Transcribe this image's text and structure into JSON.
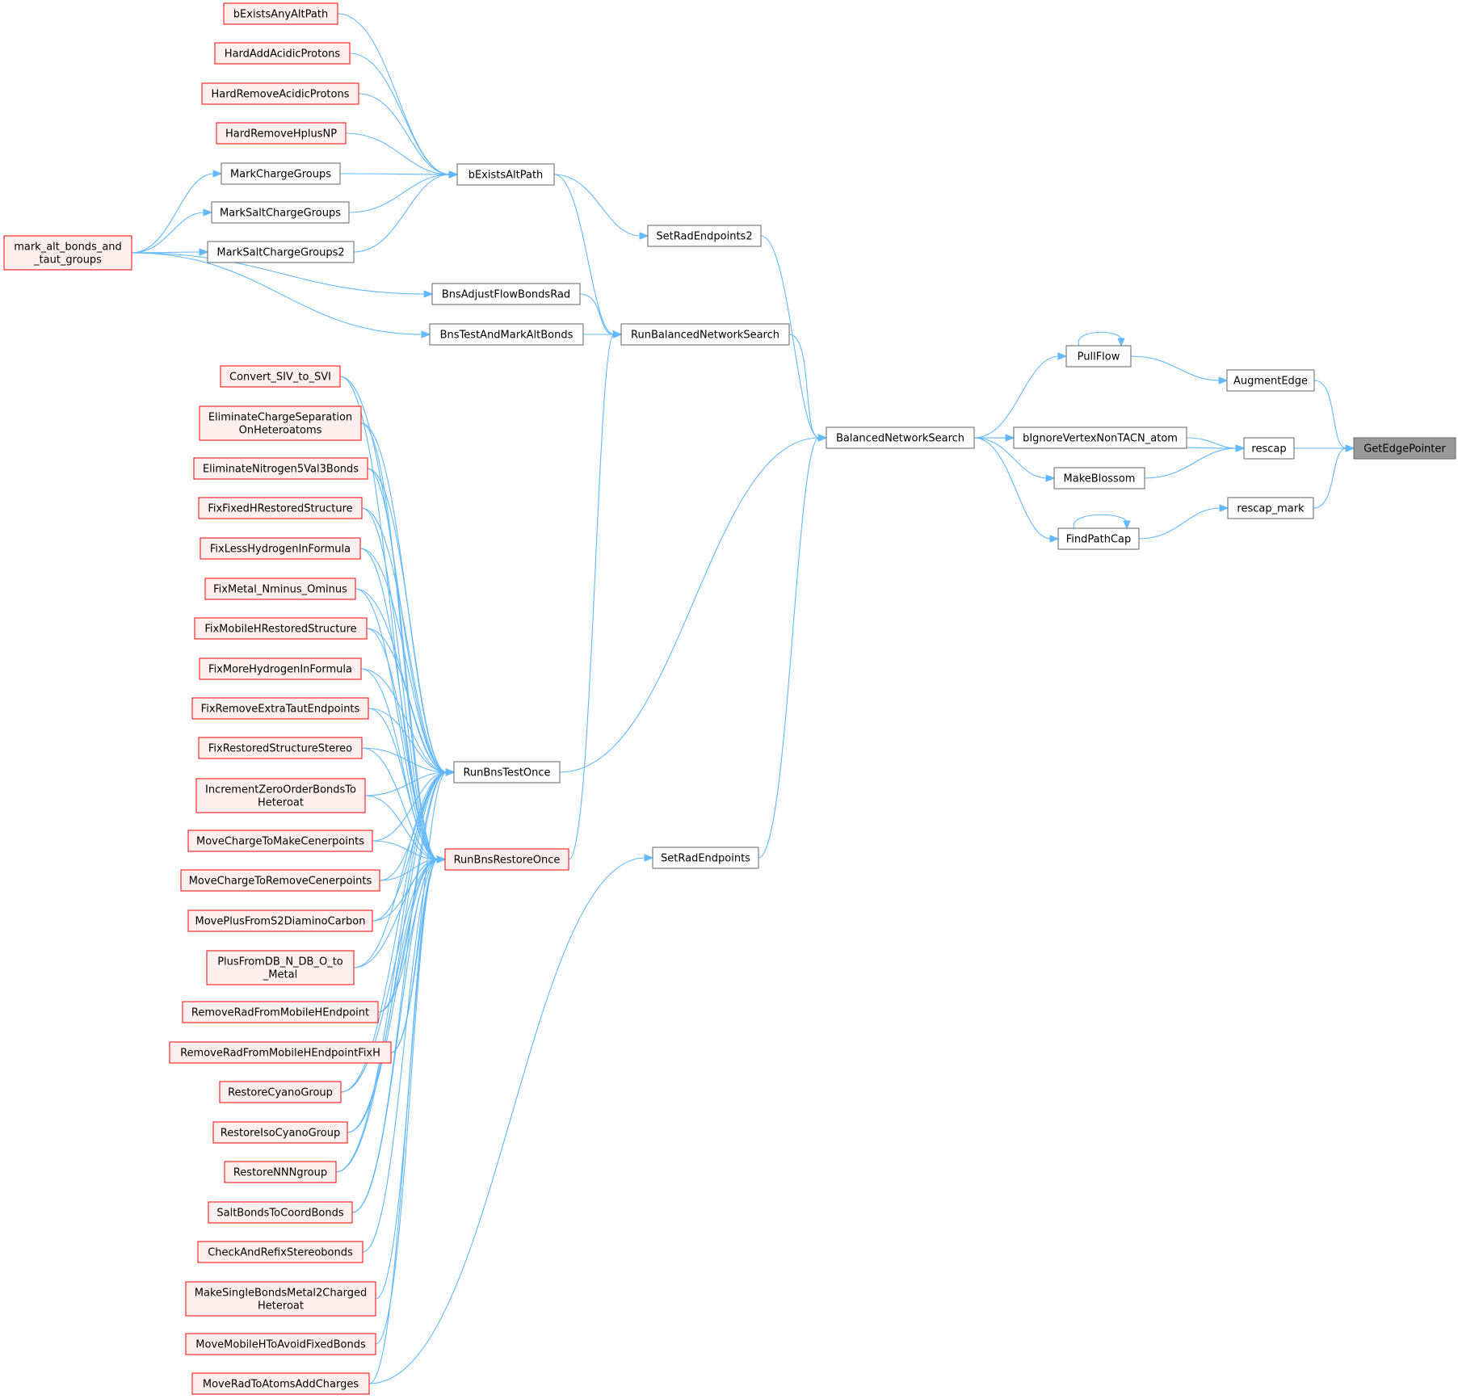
{
  "colors": {
    "edge": "#63b8ff",
    "node_plain_border": "#666666",
    "node_plain_fill": "#ffffff",
    "node_trunc_border": "#ff0000",
    "node_trunc_fill": "#fff0f0",
    "node_focus_fill": "#999999",
    "node_focus_border": "#666666"
  },
  "nodes": {
    "GetEdgePointer": {
      "label": [
        "GetEdgePointer"
      ],
      "style": "focus"
    },
    "AugmentEdge": {
      "label": [
        "AugmentEdge"
      ],
      "style": "plain"
    },
    "rescap": {
      "label": [
        "rescap"
      ],
      "style": "plain"
    },
    "rescap_mark": {
      "label": [
        "rescap_mark"
      ],
      "style": "plain"
    },
    "PullFlow": {
      "label": [
        "PullFlow"
      ],
      "style": "plain"
    },
    "bIgnoreVertexNonTACN_atom": {
      "label": [
        "bIgnoreVertexNonTACN_atom"
      ],
      "style": "plain"
    },
    "MakeBlossom": {
      "label": [
        "MakeBlossom"
      ],
      "style": "plain"
    },
    "FindPathCap": {
      "label": [
        "FindPathCap"
      ],
      "style": "plain"
    },
    "BalancedNetworkSearch": {
      "label": [
        "BalancedNetworkSearch"
      ],
      "style": "plain"
    },
    "SetRadEndpoints2": {
      "label": [
        "SetRadEndpoints2"
      ],
      "style": "plain"
    },
    "RunBalancedNetworkSearch": {
      "label": [
        "RunBalancedNetworkSearch"
      ],
      "style": "plain"
    },
    "SetRadEndpoints": {
      "label": [
        "SetRadEndpoints"
      ],
      "style": "plain"
    },
    "bExistsAltPath": {
      "label": [
        "bExistsAltPath"
      ],
      "style": "plain"
    },
    "BnsAdjustFlowBondsRad": {
      "label": [
        "BnsAdjustFlowBondsRad"
      ],
      "style": "plain"
    },
    "BnsTestAndMarkAltBonds": {
      "label": [
        "BnsTestAndMarkAltBonds"
      ],
      "style": "plain"
    },
    "RunBnsTestOnce": {
      "label": [
        "RunBnsTestOnce"
      ],
      "style": "plain"
    },
    "RunBnsRestoreOnce": {
      "label": [
        "RunBnsRestoreOnce"
      ],
      "style": "trunc"
    },
    "bExistsAnyAltPath": {
      "label": [
        "bExistsAnyAltPath"
      ],
      "style": "trunc"
    },
    "HardAddAcidicProtons": {
      "label": [
        "HardAddAcidicProtons"
      ],
      "style": "trunc"
    },
    "HardRemoveAcidicProtons": {
      "label": [
        "HardRemoveAcidicProtons"
      ],
      "style": "trunc"
    },
    "HardRemoveHplusNP": {
      "label": [
        "HardRemoveHplusNP"
      ],
      "style": "trunc"
    },
    "MarkChargeGroups": {
      "label": [
        "MarkChargeGroups"
      ],
      "style": "plain"
    },
    "MarkSaltChargeGroups": {
      "label": [
        "MarkSaltChargeGroups"
      ],
      "style": "plain"
    },
    "MarkSaltChargeGroups2": {
      "label": [
        "MarkSaltChargeGroups2"
      ],
      "style": "plain"
    },
    "mark_alt_bonds": {
      "label": [
        "mark_alt_bonds_and",
        "_taut_groups"
      ],
      "style": "trunc"
    },
    "Convert_SIV_to_SVI": {
      "label": [
        "Convert_SIV_to_SVI"
      ],
      "style": "trunc"
    },
    "EliminateChargeSeparation": {
      "label": [
        "EliminateChargeSeparation",
        "OnHeteroatoms"
      ],
      "style": "trunc"
    },
    "EliminateNitrogen5Val3Bonds": {
      "label": [
        "EliminateNitrogen5Val3Bonds"
      ],
      "style": "trunc"
    },
    "FixFixedHRestoredStructure": {
      "label": [
        "FixFixedHRestoredStructure"
      ],
      "style": "trunc"
    },
    "FixLessHydrogenInFormula": {
      "label": [
        "FixLessHydrogenInFormula"
      ],
      "style": "trunc"
    },
    "FixMetal_Nminus_Ominus": {
      "label": [
        "FixMetal_Nminus_Ominus"
      ],
      "style": "trunc"
    },
    "FixMobileHRestoredStructure": {
      "label": [
        "FixMobileHRestoredStructure"
      ],
      "style": "trunc"
    },
    "FixMoreHydrogenInFormula": {
      "label": [
        "FixMoreHydrogenInFormula"
      ],
      "style": "trunc"
    },
    "FixRemoveExtraTautEndpoints": {
      "label": [
        "FixRemoveExtraTautEndpoints"
      ],
      "style": "trunc"
    },
    "FixRestoredStructureStereo": {
      "label": [
        "FixRestoredStructureStereo"
      ],
      "style": "trunc"
    },
    "IncrementZeroOrderBonds": {
      "label": [
        "IncrementZeroOrderBondsTo",
        "Heteroat"
      ],
      "style": "trunc"
    },
    "MoveChargeToMakeCenerpoints": {
      "label": [
        "MoveChargeToMakeCenerpoints"
      ],
      "style": "trunc"
    },
    "MoveChargeToRemoveCenerpoints": {
      "label": [
        "MoveChargeToRemoveCenerpoints"
      ],
      "style": "trunc"
    },
    "MovePlusFromS2DiaminoCarbon": {
      "label": [
        "MovePlusFromS2DiaminoCarbon"
      ],
      "style": "trunc"
    },
    "PlusFromDB_N_DB_O": {
      "label": [
        "PlusFromDB_N_DB_O_to",
        "_Metal"
      ],
      "style": "trunc"
    },
    "RemoveRadFromMobileHEndpoint": {
      "label": [
        "RemoveRadFromMobileHEndpoint"
      ],
      "style": "trunc"
    },
    "RemoveRadFromMobileHEndpointFixH": {
      "label": [
        "RemoveRadFromMobileHEndpointFixH"
      ],
      "style": "trunc"
    },
    "RestoreCyanoGroup": {
      "label": [
        "RestoreCyanoGroup"
      ],
      "style": "trunc"
    },
    "RestoreIsoCyanoGroup": {
      "label": [
        "RestoreIsoCyanoGroup"
      ],
      "style": "trunc"
    },
    "RestoreNNNgroup": {
      "label": [
        "RestoreNNNgroup"
      ],
      "style": "trunc"
    },
    "SaltBondsToCoordBonds": {
      "label": [
        "SaltBondsToCoordBonds"
      ],
      "style": "trunc"
    },
    "CheckAndRefixStereobonds": {
      "label": [
        "CheckAndRefixStereobonds"
      ],
      "style": "trunc"
    },
    "MakeSingleBondsMetal2Charged": {
      "label": [
        "MakeSingleBondsMetal2Charged",
        "Heteroat"
      ],
      "style": "trunc"
    },
    "MoveMobileHToAvoidFixedBonds": {
      "label": [
        "MoveMobileHToAvoidFixedBonds"
      ],
      "style": "trunc"
    },
    "MoveRadToAtomsAddCharges": {
      "label": [
        "MoveRadToAtomsAddCharges"
      ],
      "style": "trunc"
    }
  },
  "edges": [
    [
      "AugmentEdge",
      "GetEdgePointer"
    ],
    [
      "rescap",
      "GetEdgePointer"
    ],
    [
      "rescap_mark",
      "GetEdgePointer"
    ],
    [
      "PullFlow",
      "AugmentEdge"
    ],
    [
      "PullFlow",
      "PullFlow"
    ],
    [
      "BalancedNetworkSearch",
      "rescap"
    ],
    [
      "bIgnoreVertexNonTACN_atom",
      "rescap"
    ],
    [
      "MakeBlossom",
      "rescap"
    ],
    [
      "FindPathCap",
      "rescap_mark"
    ],
    [
      "FindPathCap",
      "FindPathCap"
    ],
    [
      "BalancedNetworkSearch",
      "PullFlow"
    ],
    [
      "BalancedNetworkSearch",
      "bIgnoreVertexNonTACN_atom"
    ],
    [
      "BalancedNetworkSearch",
      "MakeBlossom"
    ],
    [
      "BalancedNetworkSearch",
      "FindPathCap"
    ],
    [
      "SetRadEndpoints2",
      "BalancedNetworkSearch"
    ],
    [
      "RunBalancedNetworkSearch",
      "BalancedNetworkSearch"
    ],
    [
      "RunBnsTestOnce",
      "BalancedNetworkSearch"
    ],
    [
      "SetRadEndpoints",
      "BalancedNetworkSearch"
    ],
    [
      "bExistsAltPath",
      "SetRadEndpoints2"
    ],
    [
      "bExistsAltPath",
      "RunBalancedNetworkSearch"
    ],
    [
      "BnsAdjustFlowBondsRad",
      "RunBalancedNetworkSearch"
    ],
    [
      "BnsTestAndMarkAltBonds",
      "RunBalancedNetworkSearch"
    ],
    [
      "RunBnsRestoreOnce",
      "RunBalancedNetworkSearch"
    ],
    [
      "bExistsAnyAltPath",
      "bExistsAltPath"
    ],
    [
      "HardAddAcidicProtons",
      "bExistsAltPath"
    ],
    [
      "HardRemoveAcidicProtons",
      "bExistsAltPath"
    ],
    [
      "HardRemoveHplusNP",
      "bExistsAltPath"
    ],
    [
      "MarkChargeGroups",
      "bExistsAltPath"
    ],
    [
      "MarkSaltChargeGroups",
      "bExistsAltPath"
    ],
    [
      "MarkSaltChargeGroups2",
      "bExistsAltPath"
    ],
    [
      "mark_alt_bonds",
      "MarkChargeGroups"
    ],
    [
      "mark_alt_bonds",
      "MarkSaltChargeGroups"
    ],
    [
      "mark_alt_bonds",
      "MarkSaltChargeGroups2"
    ],
    [
      "mark_alt_bonds",
      "BnsAdjustFlowBondsRad"
    ],
    [
      "mark_alt_bonds",
      "BnsTestAndMarkAltBonds"
    ],
    [
      "MoveRadToAtomsAddCharges",
      "SetRadEndpoints"
    ],
    [
      "Convert_SIV_to_SVI",
      "RunBnsTestOnce"
    ],
    [
      "EliminateChargeSeparation",
      "RunBnsTestOnce"
    ],
    [
      "EliminateNitrogen5Val3Bonds",
      "RunBnsTestOnce"
    ],
    [
      "FixFixedHRestoredStructure",
      "RunBnsTestOnce"
    ],
    [
      "FixLessHydrogenInFormula",
      "RunBnsTestOnce"
    ],
    [
      "FixMetal_Nminus_Ominus",
      "RunBnsTestOnce"
    ],
    [
      "FixMobileHRestoredStructure",
      "RunBnsTestOnce"
    ],
    [
      "FixMoreHydrogenInFormula",
      "RunBnsTestOnce"
    ],
    [
      "FixRemoveExtraTautEndpoints",
      "RunBnsTestOnce"
    ],
    [
      "FixRestoredStructureStereo",
      "RunBnsTestOnce"
    ],
    [
      "IncrementZeroOrderBonds",
      "RunBnsTestOnce"
    ],
    [
      "MoveChargeToMakeCenerpoints",
      "RunBnsTestOnce"
    ],
    [
      "MoveChargeToRemoveCenerpoints",
      "RunBnsTestOnce"
    ],
    [
      "MovePlusFromS2DiaminoCarbon",
      "RunBnsTestOnce"
    ],
    [
      "PlusFromDB_N_DB_O",
      "RunBnsTestOnce"
    ],
    [
      "RemoveRadFromMobileHEndpoint",
      "RunBnsTestOnce"
    ],
    [
      "RemoveRadFromMobileHEndpointFixH",
      "RunBnsTestOnce"
    ],
    [
      "RestoreCyanoGroup",
      "RunBnsTestOnce"
    ],
    [
      "RestoreIsoCyanoGroup",
      "RunBnsTestOnce"
    ],
    [
      "RestoreNNNgroup",
      "RunBnsTestOnce"
    ],
    [
      "SaltBondsToCoordBonds",
      "RunBnsTestOnce"
    ],
    [
      "Convert_SIV_to_SVI",
      "RunBnsRestoreOnce"
    ],
    [
      "EliminateChargeSeparation",
      "RunBnsRestoreOnce"
    ],
    [
      "EliminateNitrogen5Val3Bonds",
      "RunBnsRestoreOnce"
    ],
    [
      "FixFixedHRestoredStructure",
      "RunBnsRestoreOnce"
    ],
    [
      "FixLessHydrogenInFormula",
      "RunBnsRestoreOnce"
    ],
    [
      "FixMetal_Nminus_Ominus",
      "RunBnsRestoreOnce"
    ],
    [
      "FixMobileHRestoredStructure",
      "RunBnsRestoreOnce"
    ],
    [
      "FixMoreHydrogenInFormula",
      "RunBnsRestoreOnce"
    ],
    [
      "FixRemoveExtraTautEndpoints",
      "RunBnsRestoreOnce"
    ],
    [
      "FixRestoredStructureStereo",
      "RunBnsRestoreOnce"
    ],
    [
      "IncrementZeroOrderBonds",
      "RunBnsRestoreOnce"
    ],
    [
      "MoveChargeToMakeCenerpoints",
      "RunBnsRestoreOnce"
    ],
    [
      "MoveChargeToRemoveCenerpoints",
      "RunBnsRestoreOnce"
    ],
    [
      "MovePlusFromS2DiaminoCarbon",
      "RunBnsRestoreOnce"
    ],
    [
      "PlusFromDB_N_DB_O",
      "RunBnsRestoreOnce"
    ],
    [
      "RemoveRadFromMobileHEndpoint",
      "RunBnsRestoreOnce"
    ],
    [
      "RemoveRadFromMobileHEndpointFixH",
      "RunBnsRestoreOnce"
    ],
    [
      "RestoreCyanoGroup",
      "RunBnsRestoreOnce"
    ],
    [
      "RestoreIsoCyanoGroup",
      "RunBnsRestoreOnce"
    ],
    [
      "RestoreNNNgroup",
      "RunBnsRestoreOnce"
    ],
    [
      "SaltBondsToCoordBonds",
      "RunBnsRestoreOnce"
    ],
    [
      "CheckAndRefixStereobonds",
      "RunBnsRestoreOnce"
    ],
    [
      "MakeSingleBondsMetal2Charged",
      "RunBnsRestoreOnce"
    ],
    [
      "MoveMobileHToAvoidFixedBonds",
      "RunBnsRestoreOnce"
    ],
    [
      "MoveRadToAtomsAddCharges",
      "RunBnsRestoreOnce"
    ]
  ]
}
